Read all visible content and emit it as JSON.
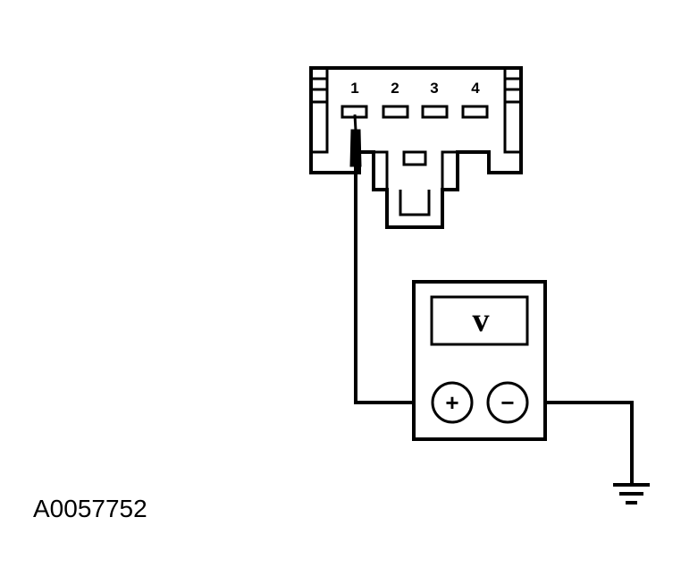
{
  "connector": {
    "pins": [
      "1",
      "2",
      "3",
      "4"
    ]
  },
  "meter": {
    "symbol": "v",
    "positive_symbol": "+",
    "negative_symbol": "−"
  },
  "figure_id": "A0057752",
  "colors": {
    "line": "#000000",
    "background": "#ffffff"
  }
}
